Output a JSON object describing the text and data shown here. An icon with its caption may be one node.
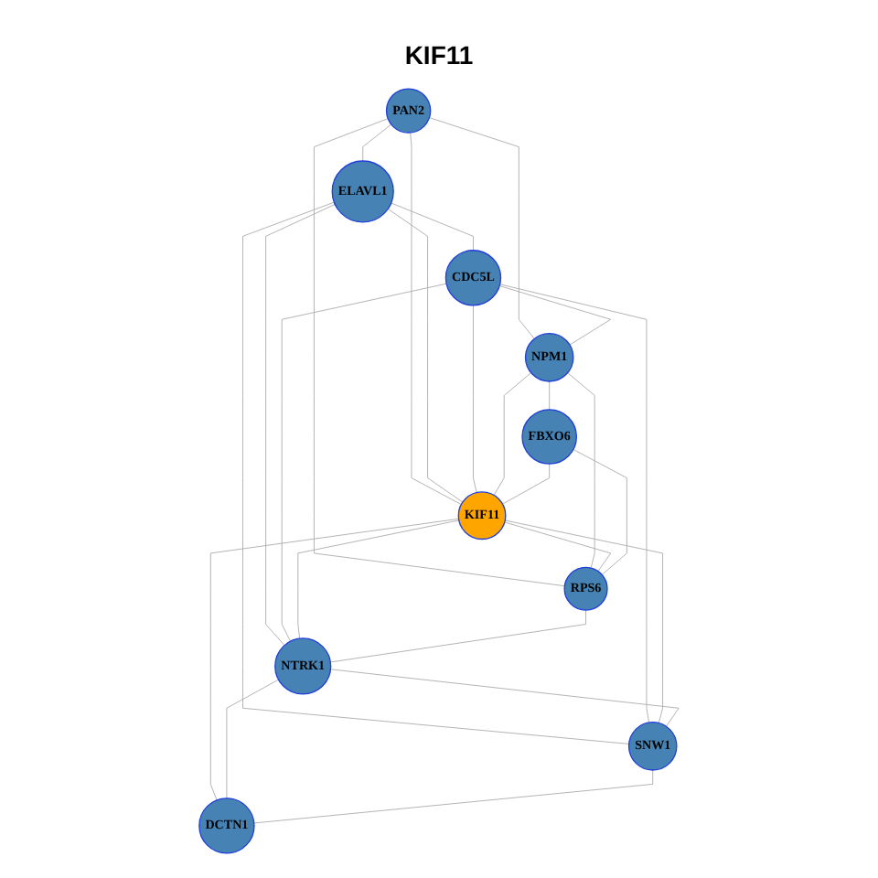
{
  "diagram": {
    "title": "KIF11",
    "nodes": [
      {
        "text": [
          "PAN2"
        ]
      },
      {
        "text": [
          "ELAVL1"
        ]
      },
      {
        "text": [
          "CDC5L"
        ]
      },
      {
        "text": [
          "NPM1"
        ]
      },
      {
        "text": [
          "SNW1"
        ]
      },
      {
        "text": [
          "KIF11"
        ]
      },
      {
        "text": [
          "RPS6"
        ]
      },
      {
        "text": [
          "NTRK1"
        ]
      },
      {
        "text": [
          "FBXO6"
        ]
      },
      {
        "text": [
          "DCTN1"
        ]
      }
    ],
    "edges": [
      {
        "from": 0,
        "to": 1,
        "arrow": "none"
      },
      {
        "from": 0,
        "to": 3,
        "arrow": "none"
      },
      {
        "from": 0,
        "to": 6,
        "arrow": "none"
      },
      {
        "from": 0,
        "to": 5,
        "arrow": "none"
      },
      {
        "from": 1,
        "to": 2,
        "arrow": "none"
      },
      {
        "from": 1,
        "to": 5,
        "arrow": "none"
      },
      {
        "from": 1,
        "to": 7,
        "arrow": "none"
      },
      {
        "from": 1,
        "to": 4,
        "arrow": "none"
      },
      {
        "from": 2,
        "to": 3,
        "arrow": "none"
      },
      {
        "from": 2,
        "to": 5,
        "arrow": "none"
      },
      {
        "from": 2,
        "to": 7,
        "arrow": "none"
      },
      {
        "from": 2,
        "to": 4,
        "arrow": "none"
      },
      {
        "from": 3,
        "to": 5,
        "arrow": "none"
      },
      {
        "from": 3,
        "to": 6,
        "arrow": "none"
      },
      {
        "from": 3,
        "to": 8,
        "arrow": "none"
      },
      {
        "from": 5,
        "to": 6,
        "arrow": "none"
      },
      {
        "from": 8,
        "to": 6,
        "arrow": "none"
      },
      {
        "from": 8,
        "to": 5,
        "arrow": "none"
      },
      {
        "from": 5,
        "to": 4,
        "arrow": "none"
      },
      {
        "from": 5,
        "to": 7,
        "arrow": "none"
      },
      {
        "from": 5,
        "to": 9,
        "arrow": "none"
      },
      {
        "from": 6,
        "to": 7,
        "arrow": "none"
      },
      {
        "from": 7,
        "to": 4,
        "arrow": "none"
      },
      {
        "from": 7,
        "to": 9,
        "arrow": "none"
      },
      {
        "from": 4,
        "to": 9,
        "arrow": "none"
      }
    ]
  }
}
